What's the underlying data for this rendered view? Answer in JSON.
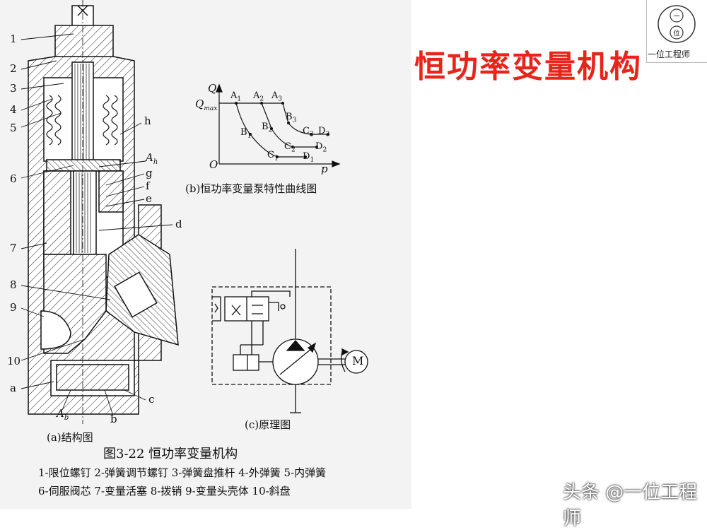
{
  "slide_title": "恒功率变量机构",
  "brand": {
    "seal_chars": [
      "一",
      "位"
    ],
    "name": "一位工程师"
  },
  "watermark": "头条 @一位工程师",
  "structure": {
    "part_numbers": [
      "1",
      "2",
      "3",
      "4",
      "5",
      "6",
      "7",
      "8",
      "9",
      "10",
      "a"
    ],
    "right_letters": [
      "h",
      "g",
      "f",
      "e",
      "d"
    ],
    "Ah_label": "A",
    "Ah_sub": "h",
    "Ab_label": "A",
    "Ab_sub": "b",
    "b_label": "b",
    "c_label": "c",
    "caption": "(a)结构图"
  },
  "curve": {
    "y_label": "Q",
    "qmax_label": "Q",
    "qmax_sub": "max",
    "origin_label": "O",
    "x_label": "p",
    "points": [
      {
        "name": "A",
        "sub": "1"
      },
      {
        "name": "A",
        "sub": "2"
      },
      {
        "name": "A",
        "sub": "3"
      },
      {
        "name": "B",
        "sub": "1"
      },
      {
        "name": "B",
        "sub": "2"
      },
      {
        "name": "B",
        "sub": "3"
      },
      {
        "name": "C",
        "sub": "1"
      },
      {
        "name": "C",
        "sub": "2"
      },
      {
        "name": "C",
        "sub": "3"
      },
      {
        "name": "D",
        "sub": "1"
      },
      {
        "name": "D",
        "sub": "2"
      },
      {
        "name": "D",
        "sub": "3"
      }
    ],
    "caption": "(b)恒功率变量泵特性曲线图"
  },
  "schematic": {
    "motor_label": "M",
    "caption": "(c)原理图"
  },
  "figure_title": "图3-22   恒功率变量机构",
  "legend_lines": [
    "1-限位螺钉 2-弹簧调节螺钉 3-弹簧盘推杆 4-外弹簧 5-内弹簧",
    "6-伺服阀芯 7-变量活塞 8-拨销 9-变量头壳体 10-斜盘"
  ],
  "colors": {
    "title": "#e8241b",
    "panel": "#f3f3f3",
    "line": "#111111"
  }
}
